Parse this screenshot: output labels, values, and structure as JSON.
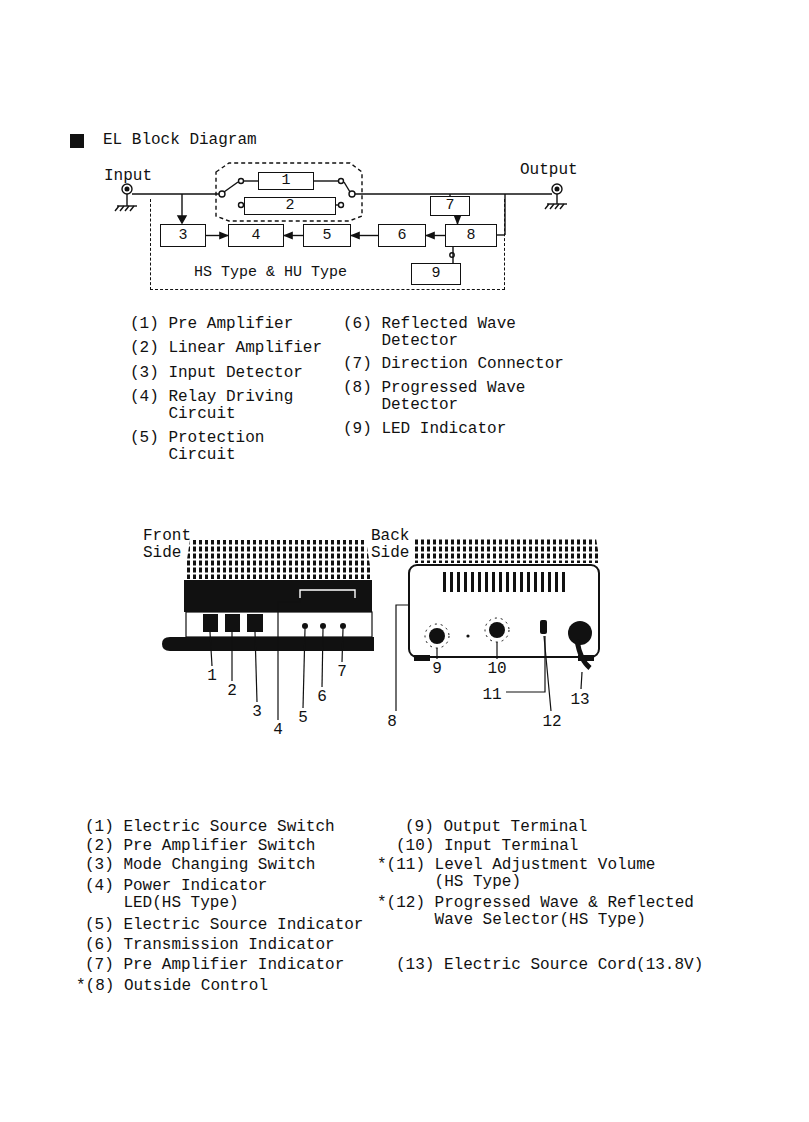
{
  "diagram": {
    "title": "EL Block Diagram",
    "nodes": [
      {
        "text": [
          "1"
        ]
      },
      {
        "text": [
          "2"
        ]
      },
      {
        "text": [
          "HS Type & HU Type"
        ]
      },
      {
        "text": [
          "3"
        ],
        "in": 2
      },
      {
        "text": [
          "4"
        ],
        "in": 2
      },
      {
        "text": [
          "5"
        ],
        "in": 2
      },
      {
        "text": [
          "6"
        ],
        "in": 2
      },
      {
        "text": [
          "7"
        ],
        "in": 2
      },
      {
        "text": [
          "8"
        ],
        "in": 2
      },
      {
        "text": [
          "9"
        ],
        "in": 2
      }
    ],
    "edges": [
      {
        "from": 3,
        "to": 4,
        "arrow": "to"
      },
      {
        "from": 5,
        "to": 4,
        "arrow": "to"
      },
      {
        "from": 6,
        "to": 5,
        "arrow": "to"
      },
      {
        "from": 8,
        "to": 6,
        "arrow": "to"
      },
      {
        "from": 7,
        "to": 8,
        "arrow": "to"
      },
      {
        "from": 8,
        "to": 9,
        "arrow": "none"
      }
    ],
    "labels": [
      "Input",
      "Output",
      "(1) Pre Amplifier",
      "(2) Linear Amplifier",
      "(3) Input Detector",
      "(4) Relay Driving Circuit",
      "(5) Protection Circuit",
      "(6) Reflected Wave Detector",
      "(7) Direction Connector",
      "(8) Progressed Wave Detector",
      "(9) LED Indicator",
      "Front Side",
      "Back Side",
      "1",
      "2",
      "3",
      "4",
      "5",
      "6",
      "7",
      "8",
      "9",
      "10",
      "11",
      "12",
      "13",
      "(1) Electric Source Switch",
      "(2) Pre Amplifier Switch",
      "(3) Mode Changing Switch",
      "(4) Power Indicator LED(HS Type)",
      "(5) Electric Source Indicator",
      "(6) Transmission Indicator",
      "(7) Pre Amplifier Indicator",
      "*(8) Outside Control",
      "(9) Output Terminal",
      "(10) Input Terminal",
      "*(11) Level Adjustment Volume (HS Type)",
      "*(12) Progressed Wave & Reflected Wave Selector(HS Type)",
      "(13) Electric Source Cord(13.8V)"
    ]
  }
}
